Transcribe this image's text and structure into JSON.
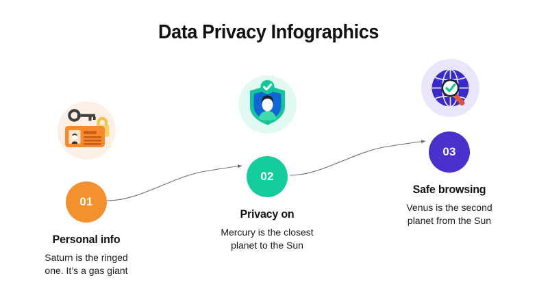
{
  "slide": {
    "title": "Data Privacy Infographics",
    "background_color": "#FFFFFF"
  },
  "connector": {
    "color": "#6E6E6E",
    "style": "s-curve-with-arrow"
  },
  "steps": [
    {
      "number": "01",
      "title": "Personal info",
      "desc_line1": "Saturn is the ringed",
      "desc_line2": "one. It’s a gas giant",
      "badge_color": "#F4912F",
      "bubble_color": "#FCF0E6",
      "icon_name": "id-card-key-lock-icon"
    },
    {
      "number": "02",
      "title": "Privacy on",
      "desc_line1": "Mercury is the closest",
      "desc_line2": "planet to the Sun",
      "badge_color": "#14CC9E",
      "bubble_color": "#E2F8F2",
      "icon_name": "shield-person-check-icon"
    },
    {
      "number": "03",
      "title": "Safe browsing",
      "desc_line1": "Venus is the second",
      "desc_line2": "planet from the Sun",
      "badge_color": "#4A31CC",
      "bubble_color": "#E9E6FB",
      "icon_name": "globe-magnifier-check-icon"
    }
  ]
}
